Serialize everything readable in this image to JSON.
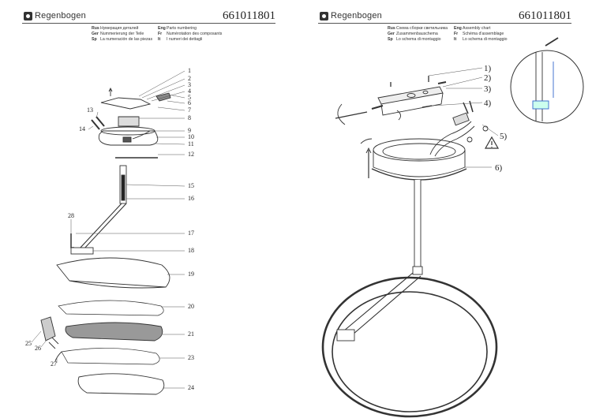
{
  "header": {
    "brand": "Regenbogen",
    "product_code": "661011801"
  },
  "left_page": {
    "languages": [
      [
        {
          "code": "Rus",
          "text": "Нумерация деталей"
        },
        {
          "code": "Ger",
          "text": "Nummerierung der Teile"
        },
        {
          "code": "Sp",
          "text": "La numeración de las piezas"
        }
      ],
      [
        {
          "code": "Eng",
          "text": "Parts numbering"
        },
        {
          "code": "Fr",
          "text": "Numérotation des composants"
        },
        {
          "code": "It",
          "text": "I numeri dei dettagli"
        }
      ]
    ],
    "part_labels": [
      "1",
      "2",
      "3",
      "4",
      "5",
      "6",
      "7",
      "8",
      "9",
      "10",
      "11",
      "12",
      "13",
      "14",
      "15",
      "16",
      "17",
      "18",
      "19",
      "20",
      "21",
      "23",
      "24",
      "25",
      "26",
      "27",
      "28"
    ]
  },
  "right_page": {
    "languages": [
      [
        {
          "code": "Rus",
          "text": "Схема сборки светильника"
        },
        {
          "code": "Ger",
          "text": "Zusammenbauschema"
        },
        {
          "code": "Sp",
          "text": "Lo schema di montaggio"
        }
      ],
      [
        {
          "code": "Eng",
          "text": "Assembly chart"
        },
        {
          "code": "Fr",
          "text": "Schéma d'assemblage"
        },
        {
          "code": "It",
          "text": "Lo schema di montaggio"
        }
      ]
    ],
    "step_labels": [
      "1)",
      "2)",
      "3)",
      "4)",
      "5)",
      "6)"
    ]
  }
}
